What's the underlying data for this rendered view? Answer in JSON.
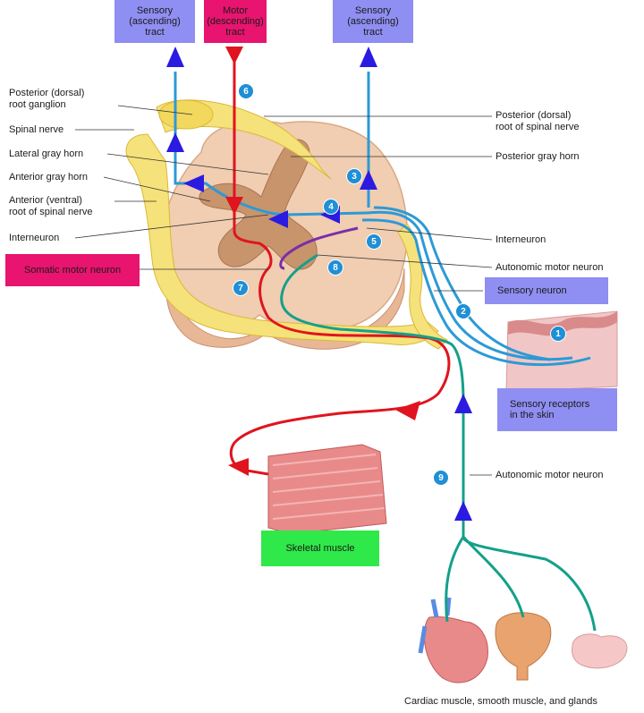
{
  "boxes": {
    "sensory_tract_left": "Sensory\n(ascending)\ntract",
    "motor_tract": "Motor\n(descending)\ntract",
    "sensory_tract_right": "Sensory\n(ascending)\ntract",
    "somatic_motor_neuron": "Somatic motor neuron",
    "sensory_neuron": "Sensory neuron",
    "sensory_receptors": "Sensory receptors\nin the skin",
    "skeletal_muscle": "Skeletal muscle"
  },
  "labels": {
    "posterior_root_ganglion": "Posterior (dorsal)\nroot ganglion",
    "spinal_nerve": "Spinal nerve",
    "lateral_gray_horn": "Lateral gray horn",
    "anterior_gray_horn": "Anterior gray horn",
    "anterior_root": "Anterior (ventral)\nroot of spinal nerve",
    "interneuron_left": "Interneuron",
    "posterior_root_nerve": "Posterior (dorsal)\nroot of spinal nerve",
    "posterior_gray_horn": "Posterior gray horn",
    "interneuron_right": "Interneuron",
    "autonomic_motor_neuron_upper": "Autonomic motor neuron",
    "autonomic_motor_neuron_lower": "Autonomic motor neuron",
    "effectors_caption": "Cardiac muscle, smooth muscle, and glands"
  },
  "numbers": [
    "1",
    "2",
    "3",
    "4",
    "5",
    "6",
    "7",
    "8",
    "9"
  ],
  "colors": {
    "sensory_box": "#8f8ef2",
    "motor_box": "#e8146f",
    "muscle_box": "#2fe84a",
    "sensory_path": "#2c9ad6",
    "motor_path": "#e0141e",
    "autonomic_path": "#14a08a",
    "interneuron_path": "#7a2ea8",
    "arrow": "#2b1be0",
    "number_circle": "#1f8fd6"
  }
}
